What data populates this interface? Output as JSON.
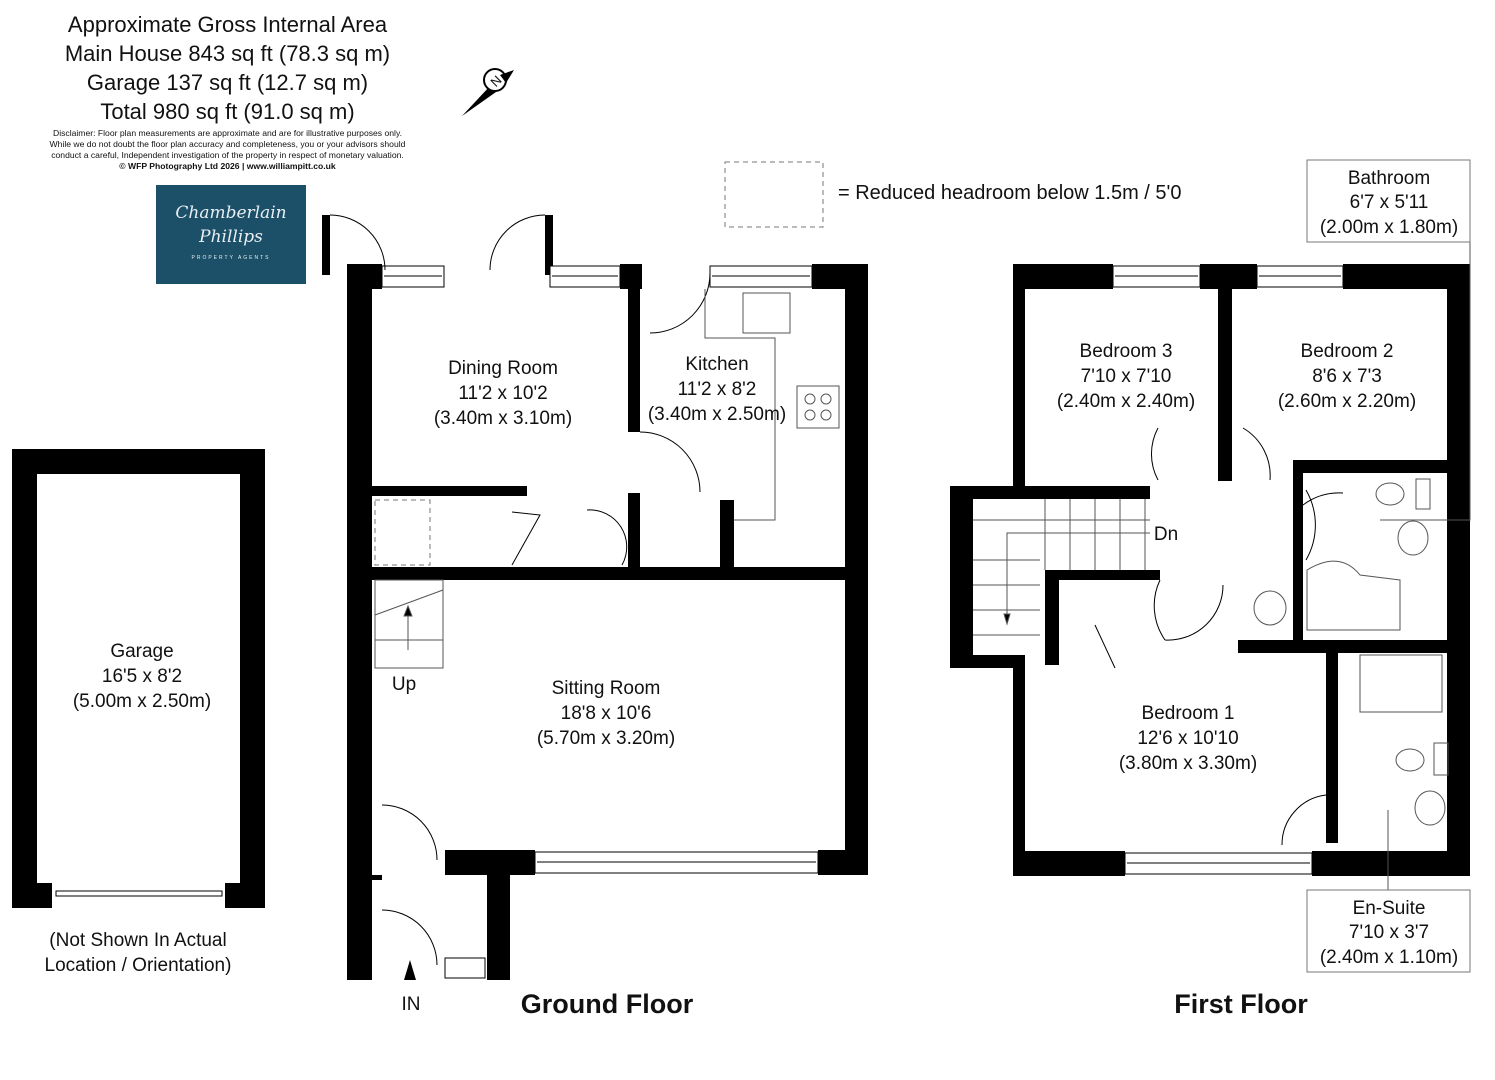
{
  "header": {
    "title": "Approximate Gross Internal Area",
    "main_house": "Main House 843 sq ft (78.3 sq m)",
    "garage": "Garage 137 sq ft  (12.7 sq m)",
    "total": "Total 980 sq ft  (91.0 sq m)",
    "disclaimer": [
      "Disclaimer: Floor plan measurements are approximate and are for illustrative purposes only.",
      "While we do not doubt the floor plan accuracy and completeness, you or your advisors should",
      "conduct a careful, Independent investigation of the property in respect of monetary valuation."
    ],
    "copyright": "© WFP Photography Ltd 2026 | www.williampitt.co.uk"
  },
  "logo": {
    "line1": "Chamberlain",
    "line2": "Phillips",
    "line3": "PROPERTY AGENTS",
    "color": "#1b5068"
  },
  "compass": {
    "label": "N"
  },
  "legend": {
    "reduced_headroom": "= Reduced headroom below 1.5m / 5'0"
  },
  "garage": {
    "name": "Garage",
    "imperial": "16'5 x 8'2",
    "metric": "(5.00m x 2.50m)",
    "note1": "(Not Shown In Actual",
    "note2": "Location / Orientation)"
  },
  "ground_floor": {
    "title": "Ground Floor",
    "rooms": [
      {
        "name": "Dining Room",
        "imperial": "11'2 x 10'2",
        "metric": "(3.40m x 3.10m)"
      },
      {
        "name": "Kitchen",
        "imperial": "11'2 x 8'2",
        "metric": "(3.40m x 2.50m)"
      },
      {
        "name": "Sitting Room",
        "imperial": "18'8 x 10'6",
        "metric": "(5.70m x 3.20m)"
      }
    ],
    "stairs_label": "Up",
    "entrance_label": "IN"
  },
  "first_floor": {
    "title": "First Floor",
    "rooms": [
      {
        "name": "Bedroom 3",
        "imperial": "7'10 x 7'10",
        "metric": "(2.40m x 2.40m)"
      },
      {
        "name": "Bedroom 2",
        "imperial": "8'6 x 7'3",
        "metric": "(2.60m x 2.20m)"
      },
      {
        "name": "Bedroom 1",
        "imperial": "12'6 x 10'10",
        "metric": "(3.80m x 3.30m)"
      },
      {
        "name": "Bathroom",
        "imperial": "6'7 x 5'11",
        "metric": "(2.00m x 1.80m)"
      },
      {
        "name": "En-Suite",
        "imperial": "7'10 x 3'7",
        "metric": "(2.40m x 1.10m)"
      }
    ],
    "stairs_label": "Dn"
  }
}
